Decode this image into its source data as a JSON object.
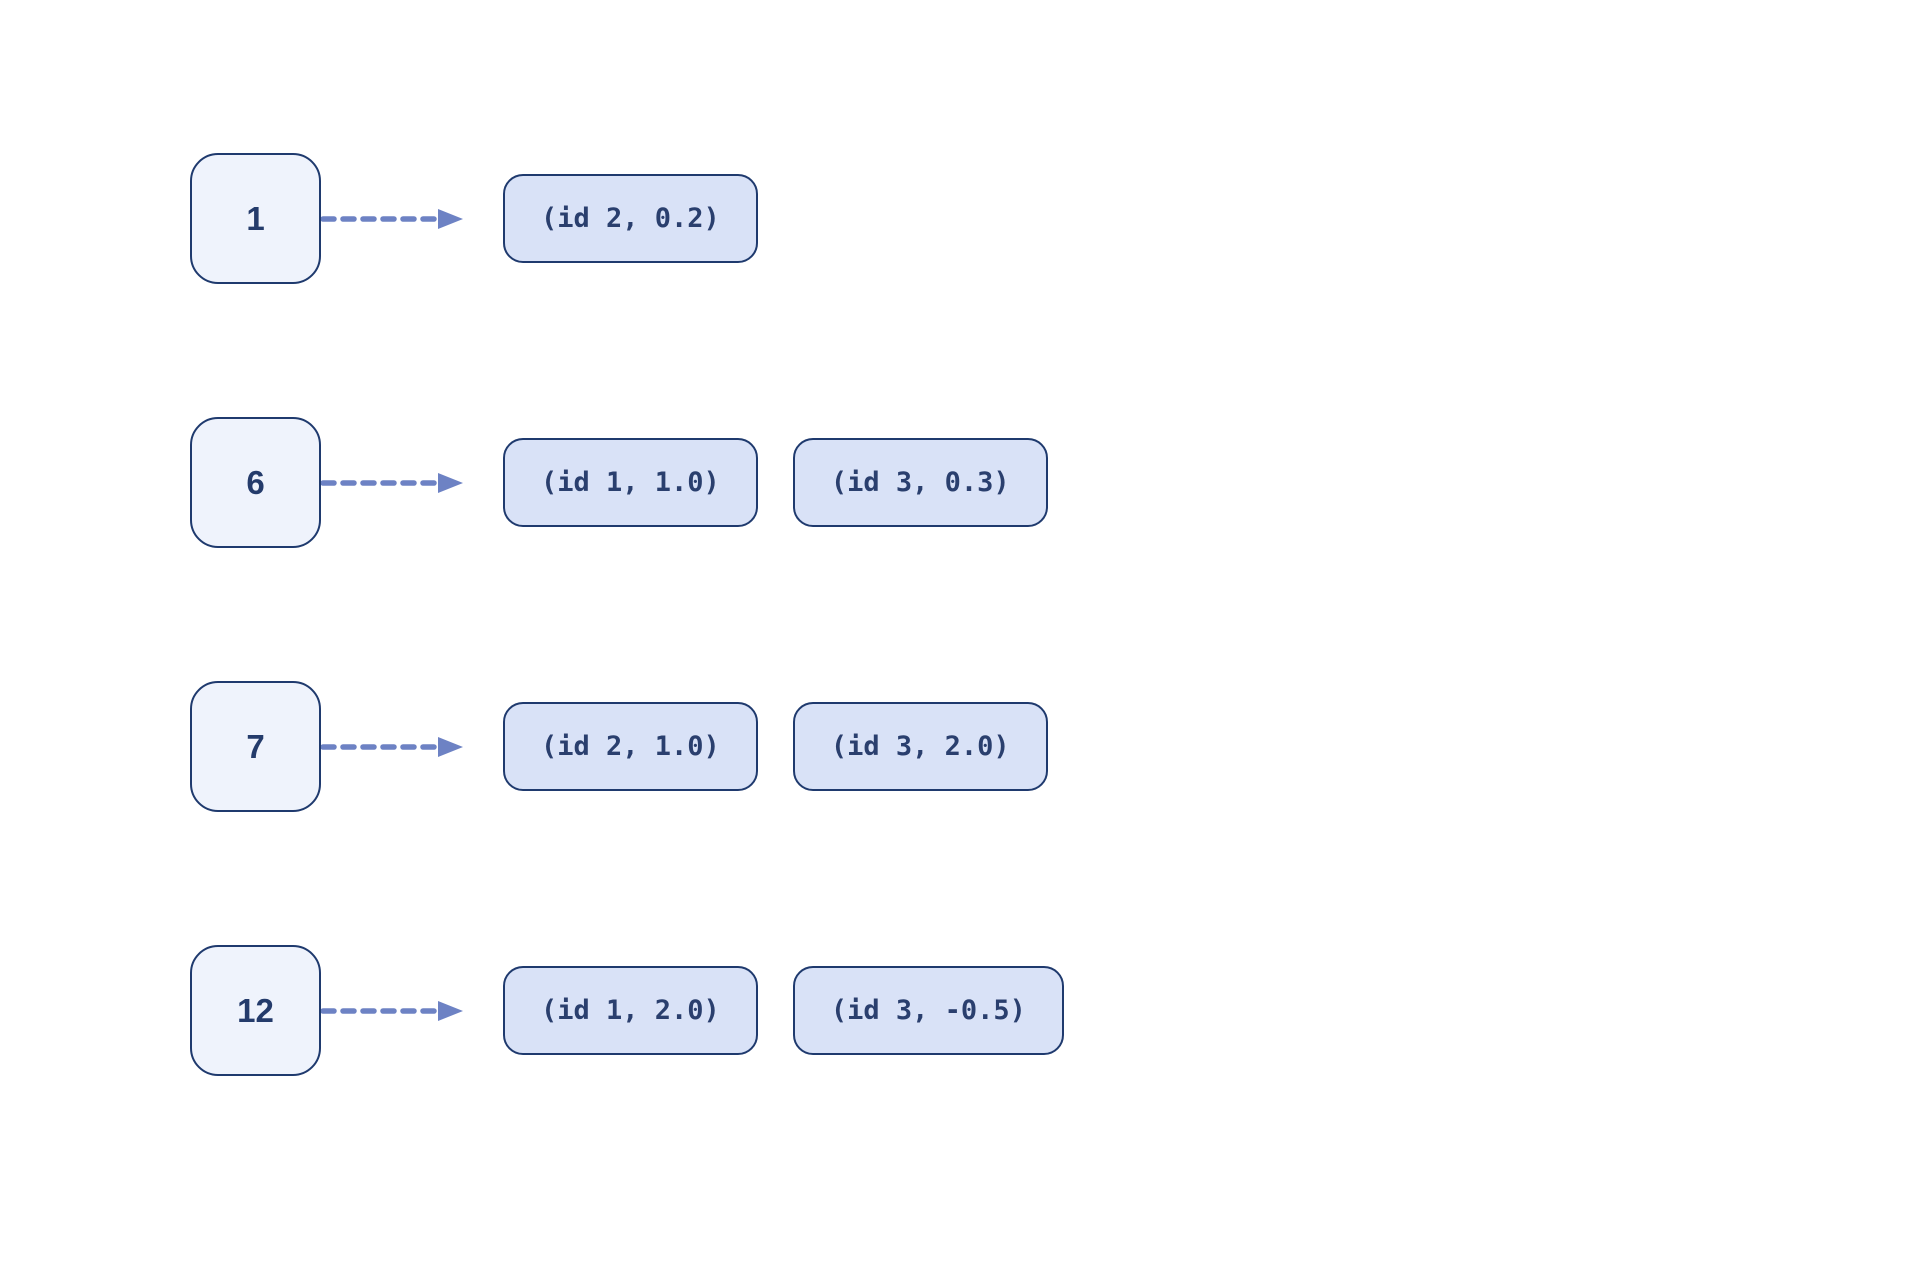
{
  "diagram": {
    "description": "inverted index: key to posting list of (id, score) pairs",
    "rows": [
      {
        "key": "1",
        "postings": [
          "(id 2, 0.2)"
        ]
      },
      {
        "key": "6",
        "postings": [
          "(id 1, 1.0)",
          "(id 3, 0.3)"
        ]
      },
      {
        "key": "7",
        "postings": [
          "(id 2, 1.0)",
          "(id 3, 2.0)"
        ]
      },
      {
        "key": "12",
        "postings": [
          "(id 1, 2.0)",
          "(id 3, -0.5)"
        ]
      }
    ],
    "colors": {
      "background": "#ffffff",
      "key_fill": "#eff3fc",
      "posting_fill": "#d9e2f7",
      "border": "#1f3a6e",
      "text": "#243b6b",
      "arrow": "#6d82c4"
    }
  }
}
